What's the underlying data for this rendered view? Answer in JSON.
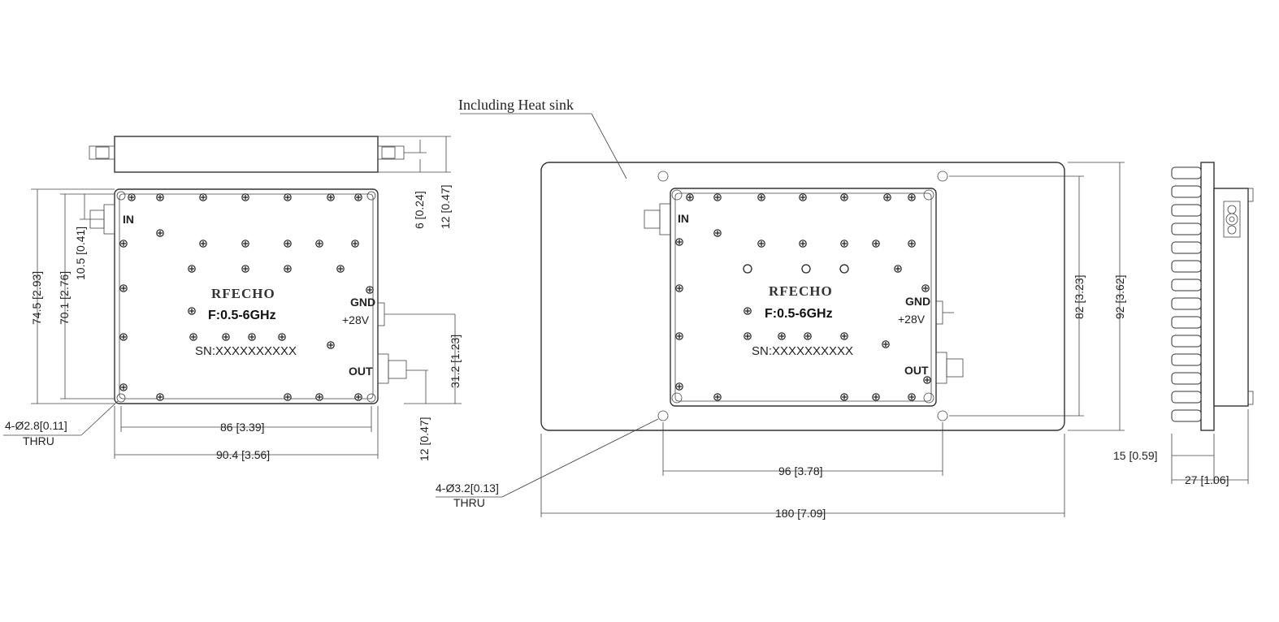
{
  "heat_sink_note": "Including Heat sink",
  "module": {
    "brand": "RFECHO",
    "frequency": "F:0.5-6GHz",
    "serial": "SN:XXXXXXXXXX",
    "port_in": "IN",
    "port_out": "OUT",
    "port_gnd": "GND",
    "port_power": "+28V"
  },
  "left_view_dims": {
    "height_total": "74.5 [2.93]",
    "height_inner": "70.1 [2.76]",
    "in_offset": "10.5 [0.41]",
    "hole_callout_line1": "4-Ø2.8[0.11]",
    "hole_callout_line2": "THRU",
    "hole_spacing": "86 [3.39]",
    "width_total": "90.4 [3.56]",
    "out_offset": "31.2 [1.23]",
    "out_bottom": "12 [0.47]",
    "side_offset": "6 [0.24]",
    "side_height": "12 [0.47]"
  },
  "heatsink_view_dims": {
    "hole_callout_line1": "4-Ø3.2[0.13]",
    "hole_callout_line2": "THRU",
    "hole_spacing_x": "96 [3.78]",
    "plate_width": "180 [7.09]",
    "hole_spacing_y": "82 [3.23]",
    "plate_height": "92 [3.62]"
  },
  "side_view_dims": {
    "base": "15 [0.59]",
    "depth": "27 [1.06]"
  }
}
